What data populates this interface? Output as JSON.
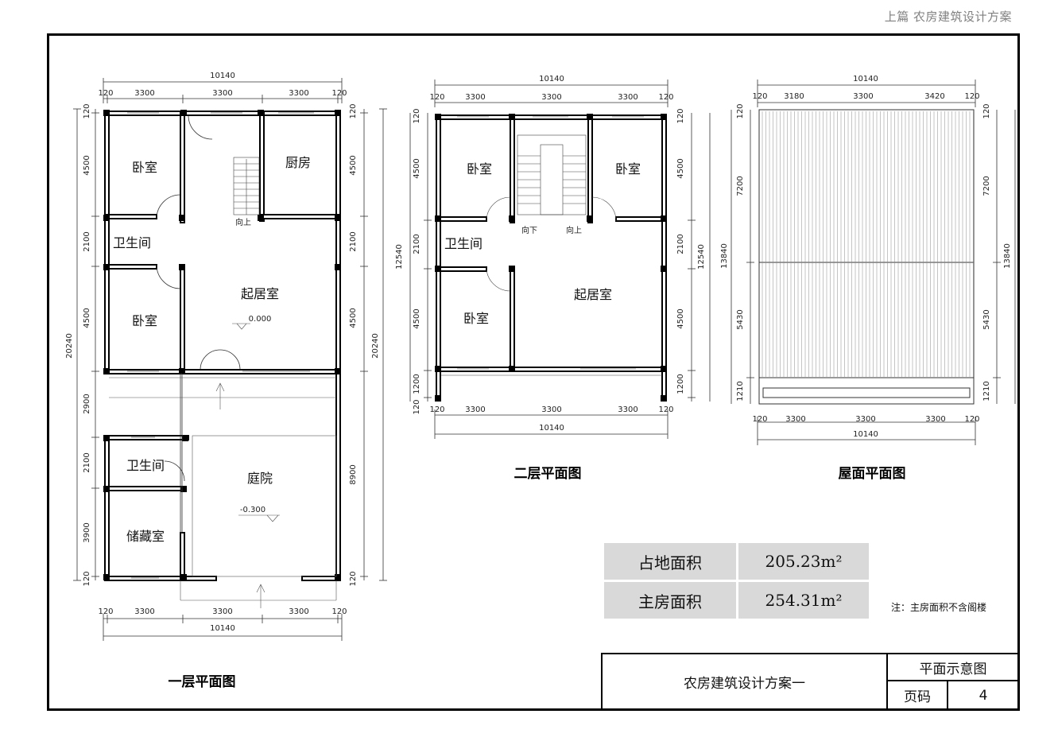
{
  "header": {
    "text": "上篇  农房建筑设计方案"
  },
  "plans": {
    "first_floor": {
      "title": "一层平面图",
      "rooms": {
        "bedroom_top": "卧室",
        "kitchen": "厨房",
        "bath": "卫生间",
        "living": "起居室",
        "bedroom_bottom": "卧室",
        "courtyard": "庭院",
        "bath2": "卫生间",
        "storage": "储藏室"
      },
      "up_label": "向上",
      "level_living": "0.000",
      "level_courtyard": "-0.300",
      "dims": {
        "overall": "10140",
        "top": [
          "120",
          "3300",
          "3300",
          "3300",
          "120"
        ],
        "bottom": [
          "120",
          "3300",
          "3300",
          "3300",
          "120"
        ],
        "left": [
          "120",
          "4500",
          "2100",
          "4500",
          "2900",
          "2100",
          "3900",
          "120"
        ],
        "right": [
          "120",
          "4500",
          "2100",
          "4500",
          "8900",
          "120"
        ],
        "total_height": "20240"
      }
    },
    "second_floor": {
      "title": "二层平面图",
      "rooms": {
        "bedroom_tl": "卧室",
        "bedroom_tr": "卧室",
        "bath": "卫生间",
        "living": "起居室",
        "bedroom_bl": "卧室"
      },
      "down_label": "向下",
      "up_label": "向上",
      "dims": {
        "overall": "10140",
        "cols": [
          "120",
          "3300",
          "3300",
          "3300",
          "120"
        ],
        "left": [
          "120",
          "4500",
          "2100",
          "4500",
          "1200",
          "120"
        ],
        "total_height": "12540"
      }
    },
    "roof": {
      "title": "屋面平面图",
      "dims": {
        "overall": "10140",
        "top": [
          "120",
          "3180",
          "3300",
          "3420",
          "120"
        ],
        "bottom": [
          "120",
          "3300",
          "3300",
          "3300",
          "120"
        ],
        "left": [
          "120",
          "7200",
          "5430",
          "1210"
        ],
        "total_height": "13840"
      }
    }
  },
  "area_table": [
    {
      "label": "占地面积",
      "value": "205.23m²"
    },
    {
      "label": "主房面积",
      "value": "254.31m²"
    }
  ],
  "note": "注：主房面积不含阁楼",
  "title_block": {
    "name": "农房建筑设计方案一",
    "drawing_type": "平面示意图",
    "page_label": "页码",
    "page_number": "4"
  }
}
